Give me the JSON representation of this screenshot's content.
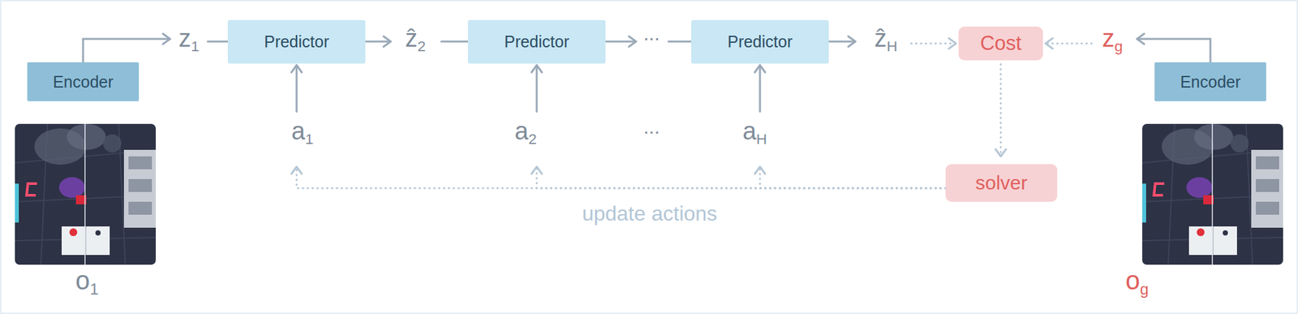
{
  "diagram": {
    "nodes": [
      {
        "text": [
          "Encoder"
        ]
      },
      {
        "text": [
          "Predictor"
        ]
      },
      {
        "text": [
          "Predictor"
        ]
      },
      {
        "text": [
          "Predictor"
        ]
      },
      {
        "text": [
          "Cost"
        ]
      },
      {
        "text": [
          "solver"
        ]
      },
      {
        "text": [
          "Encoder"
        ]
      }
    ],
    "edges": [
      {
        "from": 0,
        "to": 1,
        "arrow": "to"
      },
      {
        "from": 1,
        "to": 2,
        "arrow": "to"
      },
      {
        "from": 2,
        "to": 3,
        "arrow": "to"
      },
      {
        "from": 3,
        "to": 4,
        "arrow": "to"
      },
      {
        "from": 6,
        "to": 4,
        "arrow": "to"
      },
      {
        "from": 4,
        "to": 5,
        "arrow": "to"
      },
      {
        "from": 5,
        "to": 1,
        "arrow": "to"
      },
      {
        "from": 5,
        "to": 2,
        "arrow": "to"
      },
      {
        "from": 5,
        "to": 3,
        "arrow": "to"
      }
    ],
    "labels": [
      "z1",
      "ẑ2",
      "...",
      "ẑH",
      "zg",
      "a1",
      "a2",
      "...",
      "aH",
      "update actions",
      "o1",
      "og"
    ]
  }
}
